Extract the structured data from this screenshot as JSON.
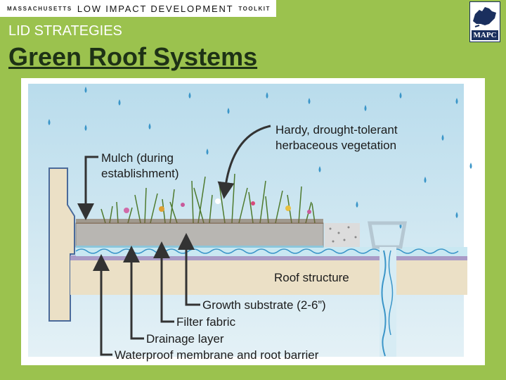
{
  "header": {
    "banner_part1": "MASSACHUSETTS",
    "banner_part2": "LOW IMPACT DEVELOPMENT",
    "banner_part3": "TOOLKIT",
    "logo_text": "MAPC",
    "section_label": "LID STRATEGIES",
    "title": "Green Roof Systems"
  },
  "diagram": {
    "labels": {
      "vegetation_line1": "Hardy, drought-tolerant",
      "vegetation_line2": "herbaceous vegetation",
      "mulch_line1": "Mulch (during",
      "mulch_line2": "establishment)",
      "roof_structure": "Roof structure",
      "growth_substrate": "Growth substrate (2-6”)",
      "filter_fabric": "Filter fabric",
      "drainage_layer": "Drainage layer",
      "waterproof": "Waterproof membrane and root barrier"
    },
    "colors": {
      "sky": "#c8e3ef",
      "soil": "#b8b6b2",
      "roof": "#ebe0c6",
      "membrane": "#a99bc7",
      "drainage": "#c9e8f2",
      "rain": "#3a95c8",
      "arrow": "#333333",
      "slide_bg": "#9bc24e",
      "title": "#1e3216"
    }
  }
}
